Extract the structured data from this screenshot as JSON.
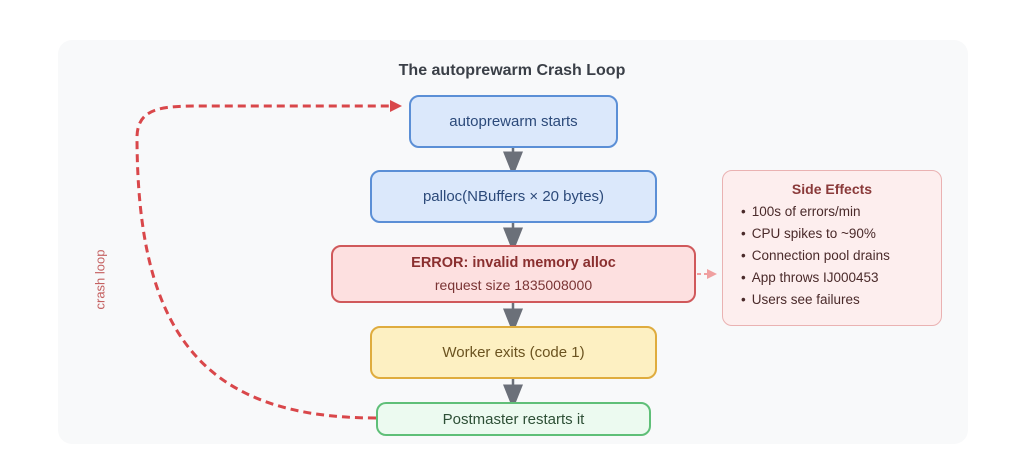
{
  "title": "The autoprewarm Crash Loop",
  "nodes": {
    "start": "autoprewarm starts",
    "palloc": "palloc(NBuffers × 20 bytes)",
    "error_title": "ERROR: invalid memory alloc",
    "error_sub": "request size 1835008000",
    "exit": "Worker exits (code 1)",
    "restart": "Postmaster restarts it"
  },
  "side_effects": {
    "title": "Side Effects",
    "items": [
      "100s of errors/min",
      "CPU spikes to ~90%",
      "Connection pool drains",
      "App throws IJ000453",
      "Users see failures"
    ]
  },
  "loop_label": "crash loop",
  "colors": {
    "loop_arrow": "#d9474a",
    "side_arrow": "#f0a0a0",
    "flow_arrow": "#6b7079"
  }
}
